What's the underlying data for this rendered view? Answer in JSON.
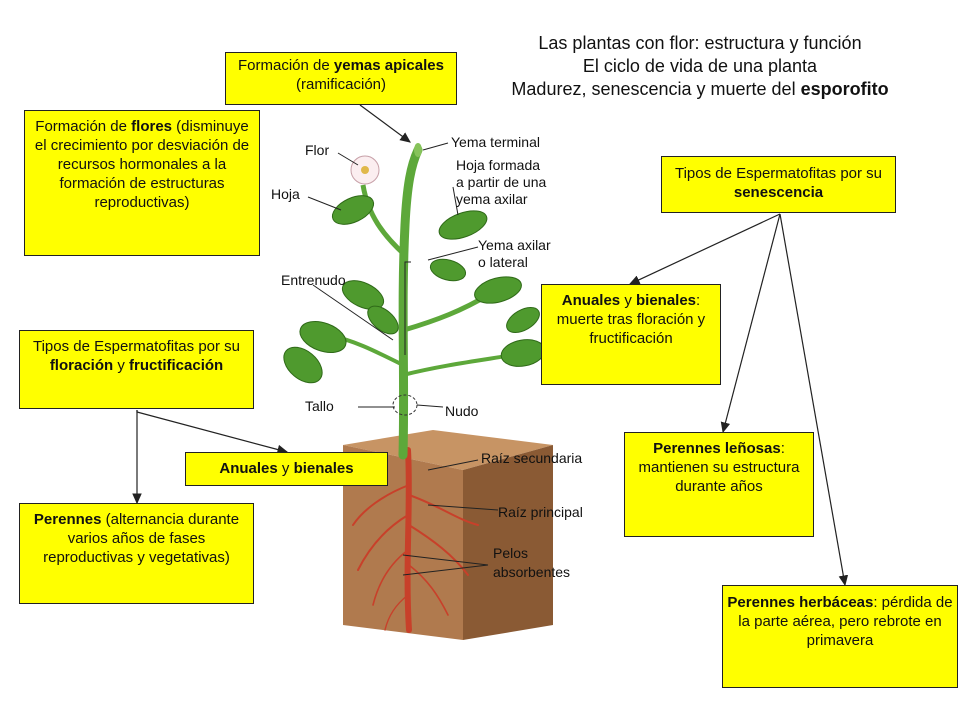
{
  "title": {
    "line1": "Las plantas con flor: estructura y función",
    "line2": "El ciclo de vida de una planta",
    "line3_pre": "Madurez, senescencia y muerte del ",
    "line3_bold": "esporofito"
  },
  "boxes": {
    "apical": {
      "t1": "Formación de ",
      "b1": "yemas apicales",
      "t2": " (ramificación)"
    },
    "flores": {
      "t1": "Formación de ",
      "b1": "flores",
      "t2": " (disminuye el crecimiento por desviación de recursos hormonales a la formación de estructuras reproductivas)"
    },
    "tipos_floracion": {
      "t1": "Tipos de Espermatofitas por su ",
      "b1": "floración",
      "t2": " y ",
      "b2": "fructificación"
    },
    "anuales_left": {
      "b1": "Anuales",
      "t1": " y ",
      "b2": "bienales"
    },
    "perennes_left": {
      "b1": "Perennes",
      "t1": " (alternancia durante varios años de fases reproductivas y vegetativas)"
    },
    "tipos_senescencia": {
      "t1": "Tipos de Espermatofitas por su ",
      "b1": "senescencia"
    },
    "anuales_right": {
      "b1": "Anuales",
      "t1": " y ",
      "b2": "bienales",
      "t2": ": muerte tras floración y fructificación"
    },
    "lenosas": {
      "b1": "Perennes leñosas",
      "t1": ": mantienen su estructura durante años"
    },
    "herbaceas": {
      "b1": "Perennes herbáceas",
      "t1": ": pérdida de la parte aérea, pero rebrote en primavera"
    }
  },
  "plant_labels": {
    "flor": "Flor",
    "yema_terminal": "Yema terminal",
    "hoja": "Hoja",
    "hoja_formada_1": "Hoja formada",
    "hoja_formada_2": "a partir de una",
    "hoja_formada_3": "yema axilar",
    "yema_axilar_1": "Yema axilar",
    "yema_axilar_2": "o lateral",
    "entrenudo": "Entrenudo",
    "tallo": "Tallo",
    "nudo": "Nudo",
    "raiz_secundaria": "Raíz secundaria",
    "raiz_principal": "Raíz principal",
    "pelos_1": "Pelos",
    "pelos_2": "absorbentes"
  },
  "colors": {
    "box_fill": "#ffff00",
    "stem": "#5da83a",
    "leaf": "#4f9a2e",
    "leaf_light": "#86c35a",
    "soil": "#b07a4e",
    "soil_dark": "#8a5a34",
    "root": "#c8402a"
  }
}
